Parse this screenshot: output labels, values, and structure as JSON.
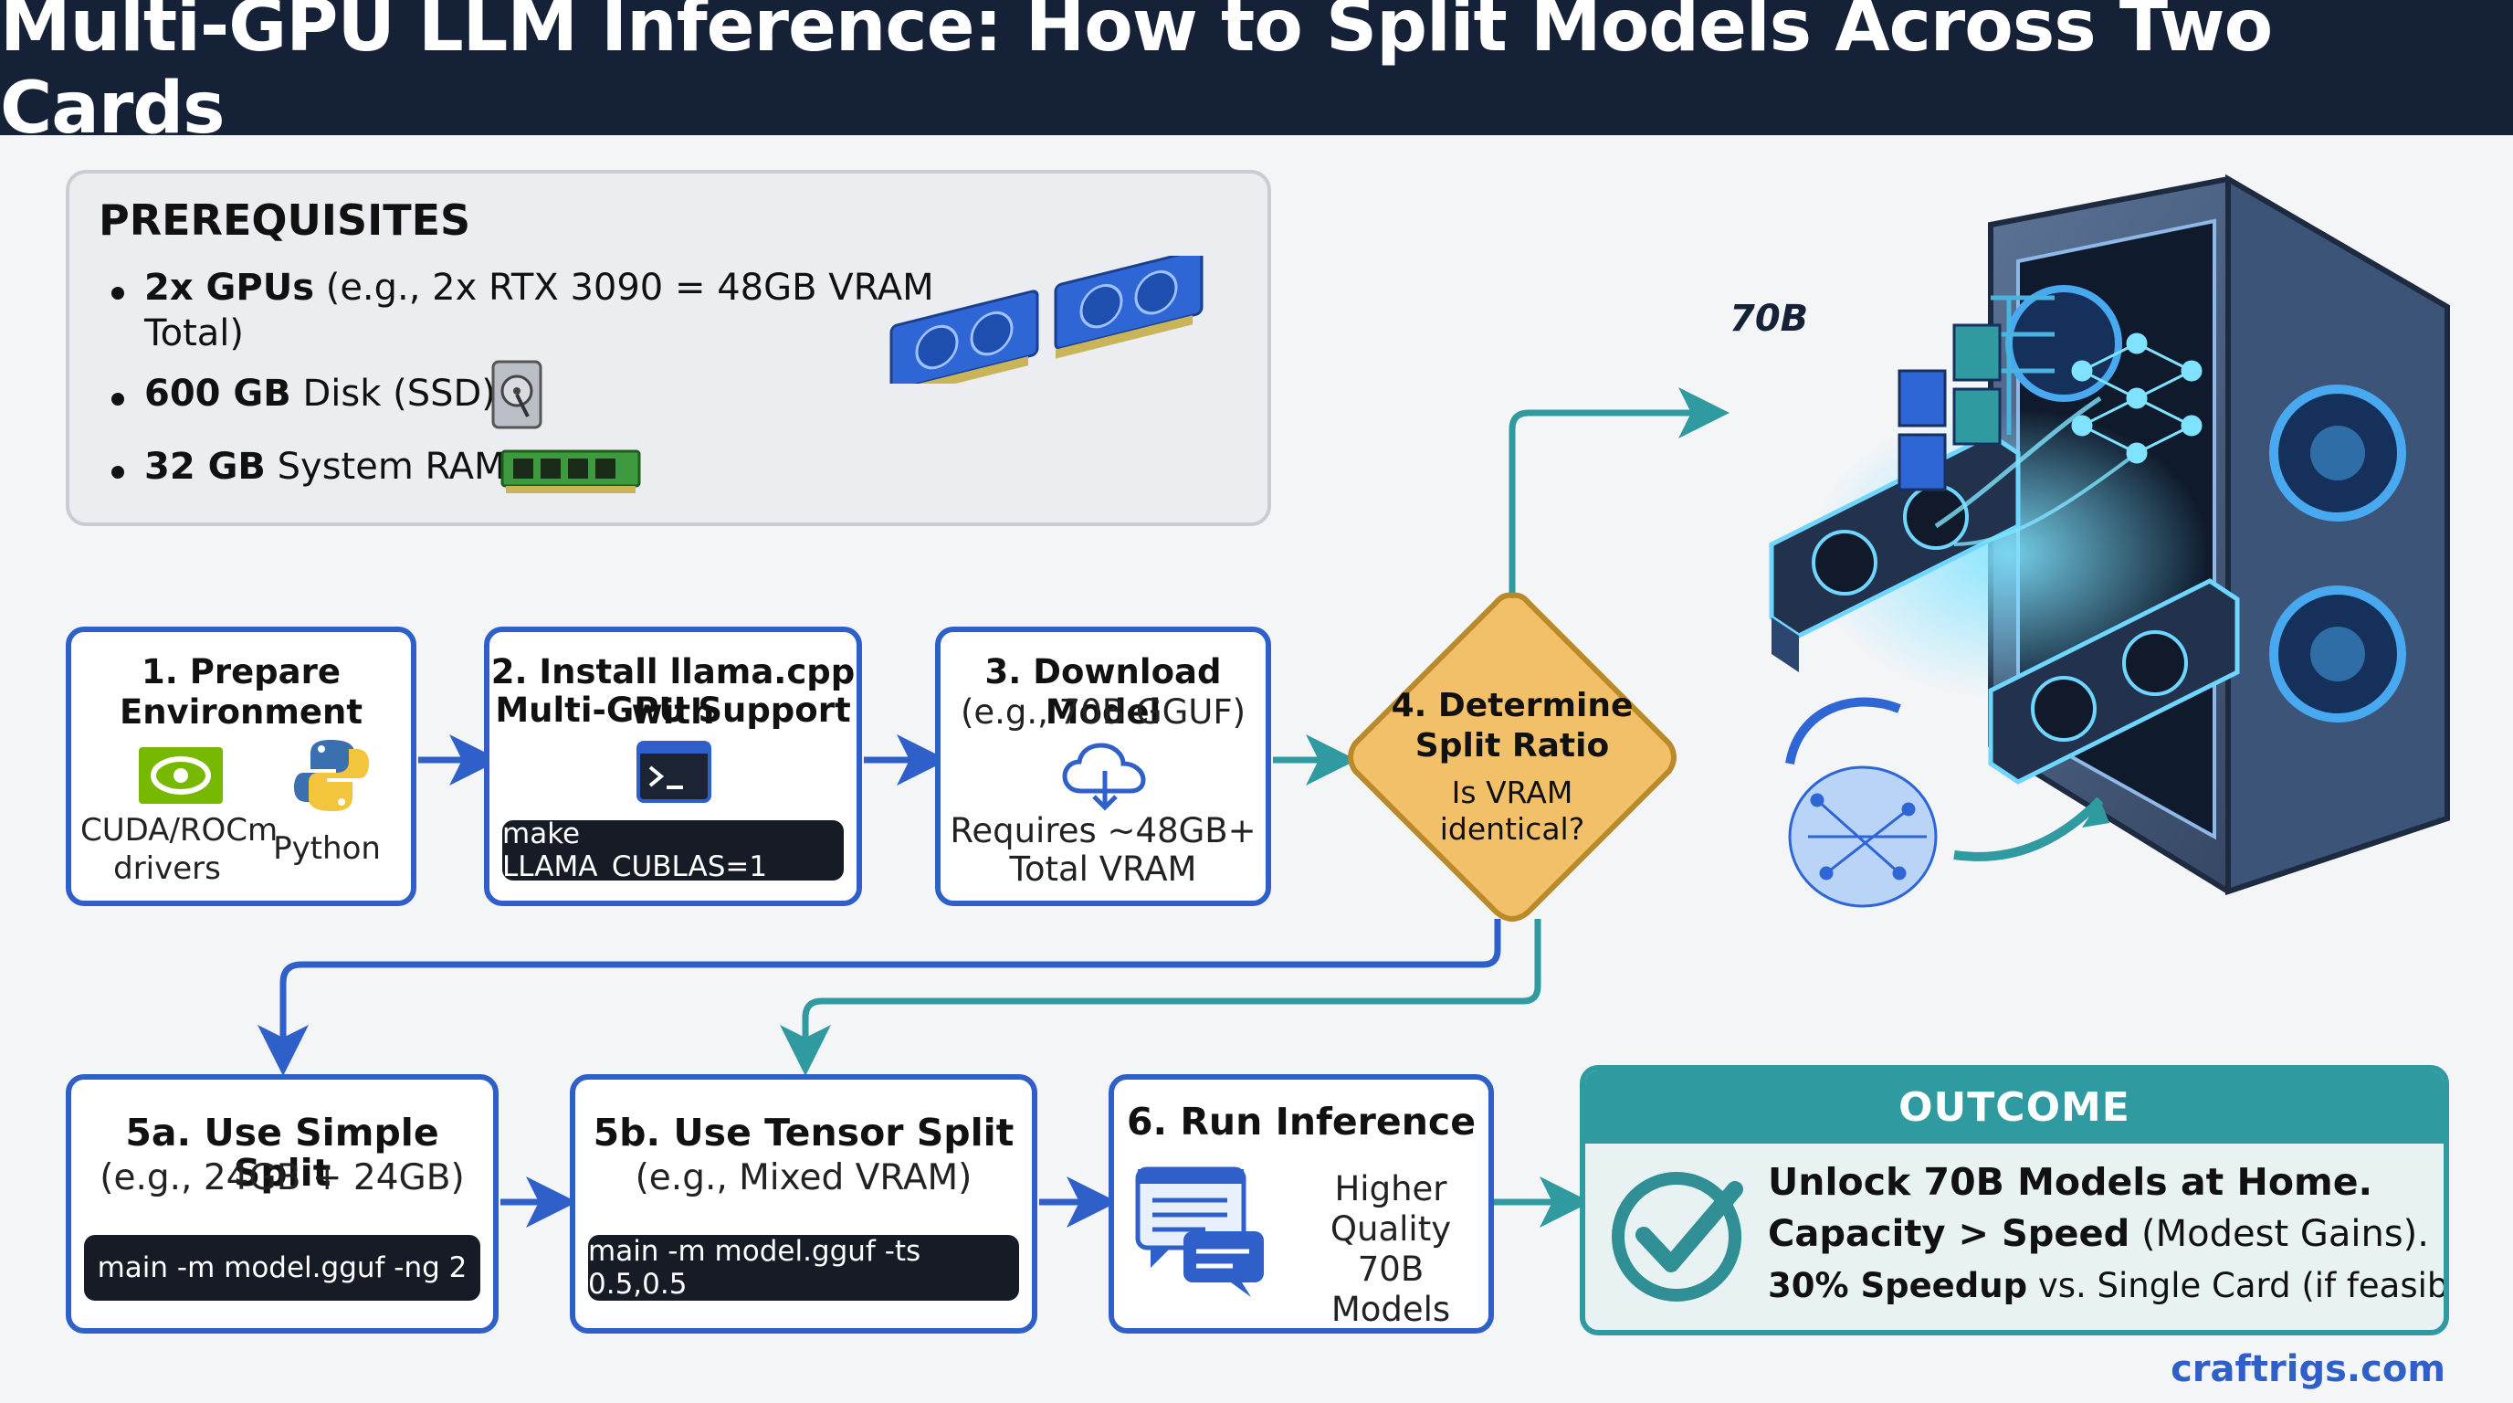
{
  "title": "Multi-GPU LLM Inference: How to Split Models Across Two Cards",
  "prerequisites": {
    "heading": "PREREQUISITES",
    "items": [
      {
        "bold": "2x GPUs",
        "text": " (e.g., 2x RTX 3090 = 48GB VRAM",
        "text2": "Total)"
      },
      {
        "bold": "600 GB",
        "text": " Disk (SSD)"
      },
      {
        "bold": "32 GB",
        "text": " System RAM"
      }
    ]
  },
  "steps": {
    "s1": {
      "title1": "1. Prepare",
      "title2": "Environment",
      "cuda_label1": "CUDA/ROCm",
      "cuda_label2": "drivers",
      "python_label": "Python"
    },
    "s2": {
      "title1": "2. Install llama.cpp with",
      "title2": "Multi-GPU Support",
      "code": "make LLAMA_CUBLAS=1"
    },
    "s3": {
      "title1": "3. Download Model",
      "sub": "(e.g., 70B GGUF)",
      "note1": "Requires ~48GB+",
      "note2": "Total VRAM"
    },
    "s4": {
      "title1": "4. Determine",
      "title2": "Split Ratio",
      "q1": "Is VRAM",
      "q2": "identical?"
    },
    "s5a": {
      "title": "5a. Use Simple Split",
      "sub": "(e.g., 24GB + 24GB)",
      "code": "main -m model.gguf -ng 2"
    },
    "s5b": {
      "title": "5b. Use Tensor Split",
      "sub": "(e.g., Mixed VRAM)",
      "code": "main -m model.gguf -ts 0.5,0.5"
    },
    "s6": {
      "title": "6. Run Inference",
      "l1": "Higher",
      "l2": "Quality",
      "l3": "70B Models"
    }
  },
  "hardware": {
    "model_label": "70B"
  },
  "outcome": {
    "heading": "OUTCOME",
    "line1": "Unlock 70B Models at Home.",
    "line2_bold": "Capacity > Speed",
    "line2_rest": " (Modest Gains).",
    "line3_bold": "30% Speedup",
    "line3_rest": " vs. Single Card (if feasible)"
  },
  "footer": "craftrigs.com",
  "colors": {
    "blue": "#2f5fc9",
    "teal": "#2f9aa0",
    "navy": "#152137",
    "amber": "#f3c06a"
  }
}
